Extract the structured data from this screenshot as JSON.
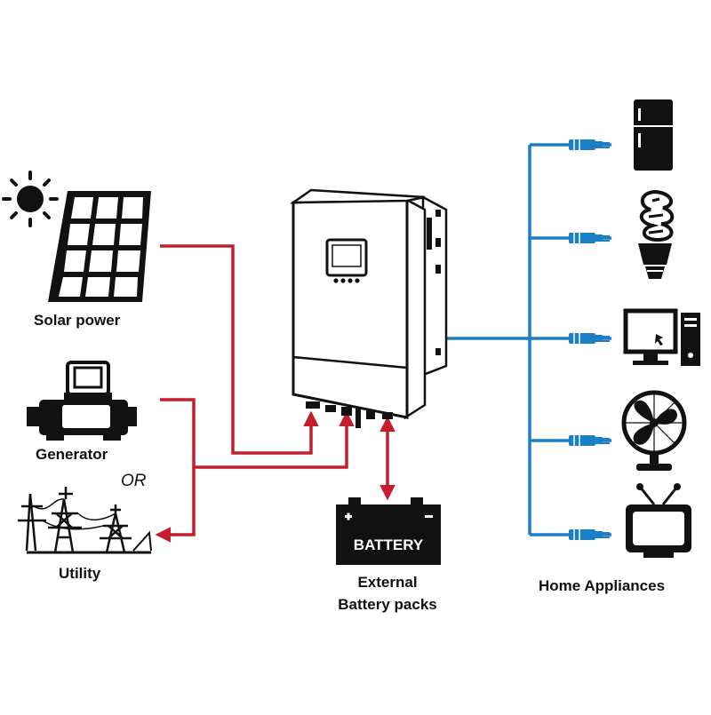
{
  "labels": {
    "solar": "Solar power",
    "generator": "Generator",
    "or": "OR",
    "utility": "Utility",
    "battery_text": "BATTERY",
    "external_line1": "External",
    "external_line2": "Battery packs",
    "home": "Home Appliances"
  },
  "icons": {
    "sun": "sun-icon",
    "solar_panel": "solar-panel-icon",
    "generator": "generator-icon",
    "utility": "power-tower-icon",
    "inverter": "inverter-icon",
    "battery": "battery-icon",
    "fridge": "refrigerator-icon",
    "bulb": "light-bulb-icon",
    "computer": "computer-icon",
    "fan": "fan-icon",
    "tv": "tv-icon"
  },
  "colors": {
    "red_line": "#c41e2c",
    "blue_line": "#1a7fc4",
    "ink": "#111111"
  }
}
